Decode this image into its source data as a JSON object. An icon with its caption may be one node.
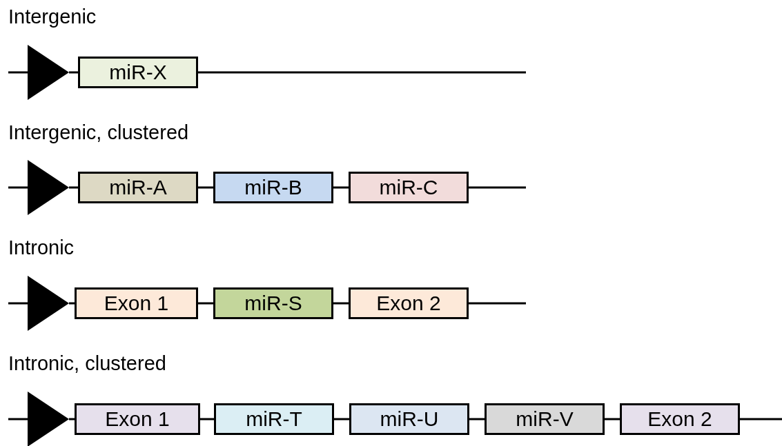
{
  "diagram": {
    "nodes": [
      {
        "text": [],
        "shape": "triangle"
      },
      {
        "text": [
          "miR-X"
        ]
      },
      {
        "text": [],
        "shape": "triangle"
      },
      {
        "text": [
          "miR-A"
        ]
      },
      {
        "text": [
          "miR-B"
        ]
      },
      {
        "text": [
          "miR-C"
        ]
      },
      {
        "text": [],
        "shape": "triangle"
      },
      {
        "text": [
          "Exon 1"
        ]
      },
      {
        "text": [
          "miR-S"
        ]
      },
      {
        "text": [
          "Exon 2"
        ]
      },
      {
        "text": [],
        "shape": "triangle"
      },
      {
        "text": [
          "Exon 1"
        ]
      },
      {
        "text": [
          "miR-T"
        ]
      },
      {
        "text": [
          "miR-U"
        ]
      },
      {
        "text": [
          "miR-V"
        ]
      },
      {
        "text": [
          "Exon 2"
        ]
      }
    ],
    "edges": [
      {
        "from": null,
        "to": 0,
        "arrow": "none"
      },
      {
        "from": 0,
        "to": 1,
        "arrow": "none"
      },
      {
        "from": 1,
        "to": null,
        "arrow": "none"
      },
      {
        "from": null,
        "to": 2,
        "arrow": "none"
      },
      {
        "from": 2,
        "to": 3,
        "arrow": "none"
      },
      {
        "from": 3,
        "to": 4,
        "arrow": "none"
      },
      {
        "from": 4,
        "to": 5,
        "arrow": "none"
      },
      {
        "from": 5,
        "to": null,
        "arrow": "none"
      },
      {
        "from": null,
        "to": 6,
        "arrow": "none"
      },
      {
        "from": 6,
        "to": 7,
        "arrow": "none"
      },
      {
        "from": 7,
        "to": 8,
        "arrow": "none"
      },
      {
        "from": 8,
        "to": 9,
        "arrow": "none"
      },
      {
        "from": 9,
        "to": null,
        "arrow": "none"
      },
      {
        "from": null,
        "to": 10,
        "arrow": "none"
      },
      {
        "from": 10,
        "to": 11,
        "arrow": "none"
      },
      {
        "from": 11,
        "to": 12,
        "arrow": "none"
      },
      {
        "from": 12,
        "to": 13,
        "arrow": "none"
      },
      {
        "from": 13,
        "to": 14,
        "arrow": "none"
      },
      {
        "from": 14,
        "to": 15,
        "arrow": "none"
      },
      {
        "from": 15,
        "to": null,
        "arrow": "none"
      }
    ],
    "labels": [
      "Intergenic",
      "Intergenic, clustered",
      "Intronic",
      "Intronic, clustered"
    ]
  }
}
